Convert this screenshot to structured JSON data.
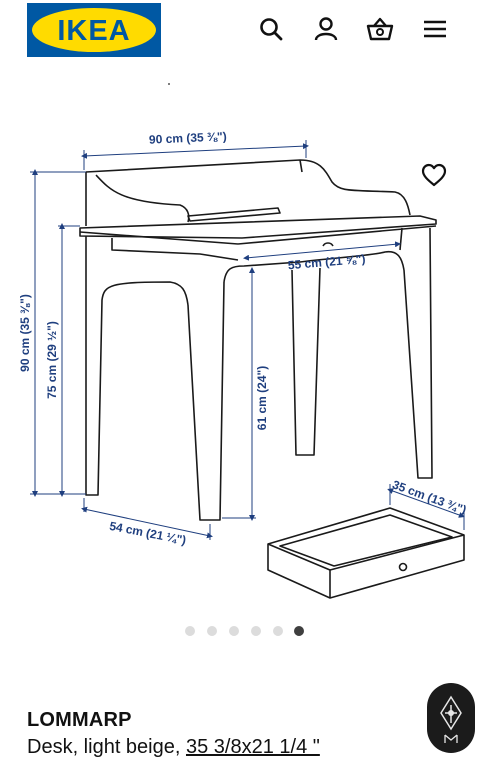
{
  "header": {
    "logo_text": "IKEA",
    "brand_colors": {
      "blue": "#0058a3",
      "yellow": "#ffdb00"
    },
    "icons": [
      "search-icon",
      "user-icon",
      "basket-icon",
      "menu-icon"
    ]
  },
  "gallery": {
    "dimensions": {
      "width_total": "90 cm (35 ⅜\")",
      "height_total": "90 cm (35 ⅜\")",
      "height_top": "75 cm (29 ½\")",
      "depth": "54 cm (21 ¼\")",
      "drawer_width": "55 cm (21 ⅝\")",
      "leg_clearance": "61 cm (24\")",
      "drawer_depth": "35 cm (13 ¾\")"
    },
    "page_count": 6,
    "active_page": 6
  },
  "product": {
    "name": "LOMMARP",
    "description": "Desk, light beige, ",
    "size_link": "35 3/8x21 1/4 \""
  },
  "colors": {
    "dim_line": "#1f3f7f",
    "drawing": "#1a1a1a"
  }
}
